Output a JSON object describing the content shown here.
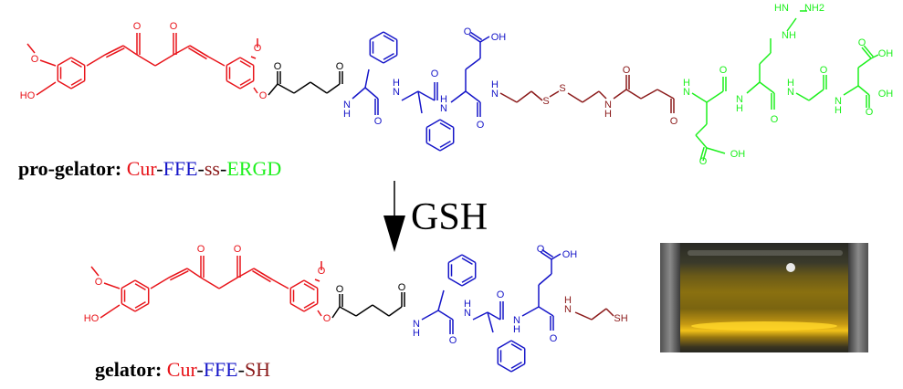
{
  "colors": {
    "curcumin": "#e8141a",
    "linker": "#000000",
    "peptide": "#1616c8",
    "disulfide": "#8b1a1a",
    "ergd": "#1ef01e"
  },
  "pro_gelator": {
    "prefix": "pro-gelator:",
    "part_cur": "Cur",
    "dash1": "-",
    "part_ffe": "FFE",
    "dash2": "-",
    "part_ss": "ss",
    "dash3": "-",
    "part_ergd": "ERGD"
  },
  "gelator": {
    "prefix": "gelator:",
    "part_cur": "Cur",
    "dash1": "-",
    "part_ffe": "FFE",
    "dash2": "-",
    "part_sh": "SH"
  },
  "reaction": {
    "reagent": "GSH"
  },
  "atoms": {
    "O": "O",
    "HO": "HO",
    "N": "N",
    "H": "H",
    "OH": "OH",
    "S": "S",
    "SH": "SH",
    "NH": "NH",
    "NH2": "NH2",
    "HN": "HN"
  },
  "photo": {
    "subject": "vial-of-yellow-hydrogel"
  }
}
